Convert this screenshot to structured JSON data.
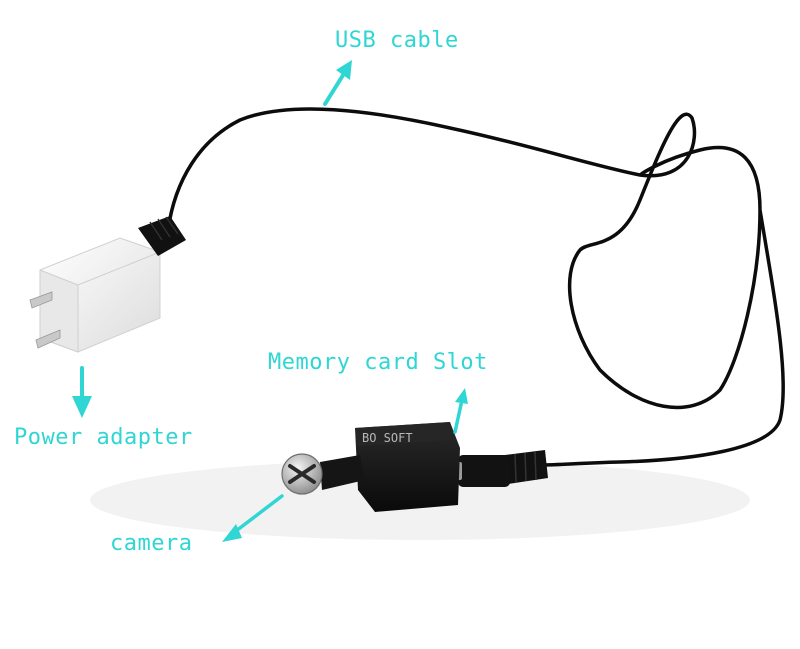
{
  "labels": {
    "usb_cable": "USB cable",
    "memory_card_slot": "Memory card Slot",
    "power_adapter": "Power adapter",
    "camera": "camera"
  },
  "module_print": "BO SOFT",
  "colors": {
    "label_text": "#2fd6d3",
    "arrow": "#2fd6d3",
    "cable": "#0c0c0c",
    "background": "#ffffff",
    "adapter": "#f3f3f1",
    "module": "#151515"
  },
  "icons": {
    "camera_screw": "phillips-screw-icon"
  }
}
